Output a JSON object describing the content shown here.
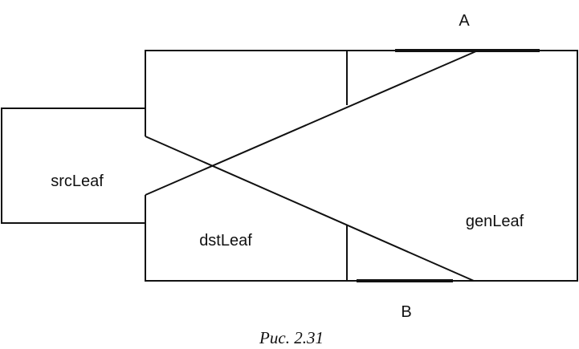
{
  "labels": {
    "a": "A",
    "b": "B",
    "src": "srcLeaf",
    "dst": "dstLeaf",
    "gen": "genLeaf"
  },
  "caption": "Рис. 2.31"
}
